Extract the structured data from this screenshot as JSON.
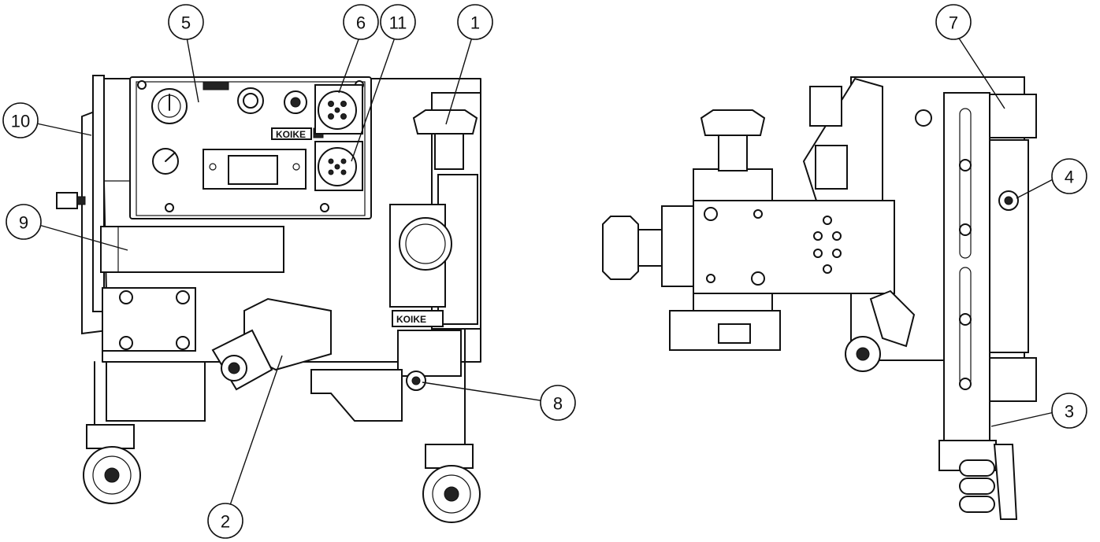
{
  "callouts": [
    {
      "id": "c1",
      "label": "1"
    },
    {
      "id": "c2",
      "label": "2"
    },
    {
      "id": "c3",
      "label": "3"
    },
    {
      "id": "c4",
      "label": "4"
    },
    {
      "id": "c5",
      "label": "5"
    },
    {
      "id": "c6",
      "label": "6"
    },
    {
      "id": "c7",
      "label": "7"
    },
    {
      "id": "c8",
      "label": "8"
    },
    {
      "id": "c9",
      "label": "9"
    },
    {
      "id": "c10",
      "label": "10"
    },
    {
      "id": "c11",
      "label": "11"
    }
  ],
  "brand_marks": {
    "panel_brand": "KOIKE",
    "clamp_brand": "KOIKE"
  }
}
